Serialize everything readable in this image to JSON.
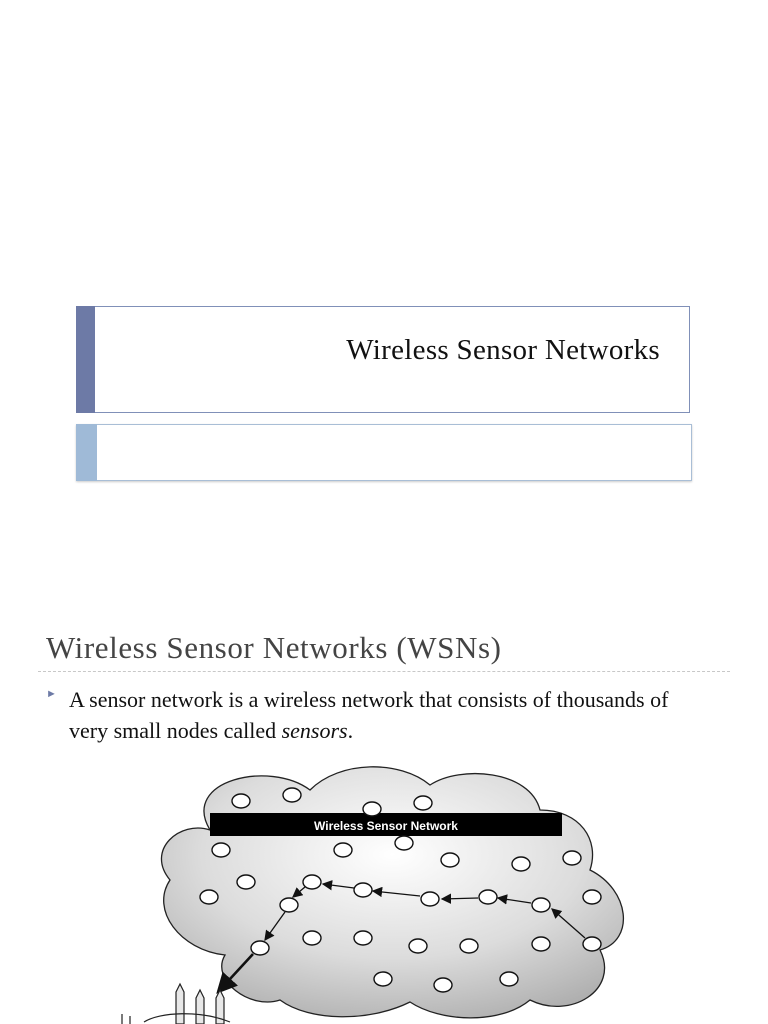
{
  "slide1": {
    "title": "Wireless Sensor Networks"
  },
  "slide2": {
    "title": "Wireless Sensor Networks (WSNs)",
    "bullet": {
      "text_before": "A sensor network is a wireless network that consists of thousands of very small nodes called ",
      "emphasis": "sensors",
      "text_after": "."
    },
    "diagram": {
      "banner": "Wireless Sensor Network"
    }
  }
}
